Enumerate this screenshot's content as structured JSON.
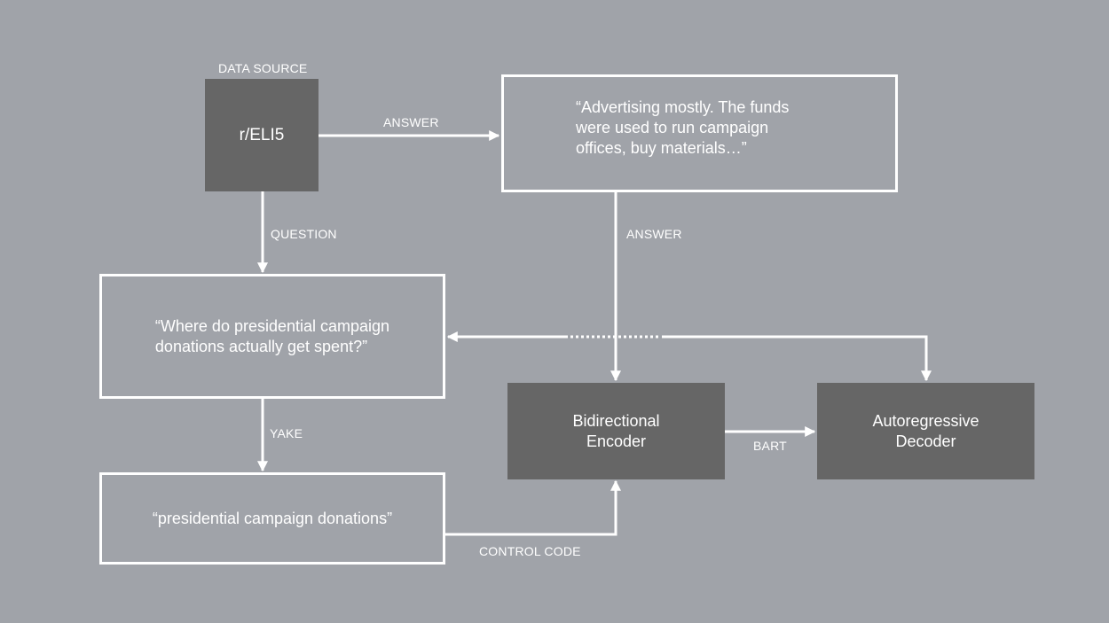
{
  "data_source": {
    "heading": "DATA SOURCE",
    "name": "r/ELI5"
  },
  "answer_text": "“Advertising mostly. The funds\nwere used to run campaign\noffices, buy materials…”",
  "question_text": "“Where do presidential campaign\ndonations actually get spent?”",
  "keywords_text": "“presidential campaign donations”",
  "encoder": {
    "title": "Bidirectional\nEncoder"
  },
  "decoder": {
    "title": "Autoregressive\nDecoder"
  },
  "edges": {
    "answer_top": "ANSWER",
    "answer_down": "ANSWER",
    "question": "QUESTION",
    "yake": "YAKE",
    "bart": "BART",
    "control_code": "CONTROL CODE"
  },
  "colors": {
    "background": "#a0a3a9",
    "block_fill": "#666666",
    "line": "#ffffff"
  }
}
